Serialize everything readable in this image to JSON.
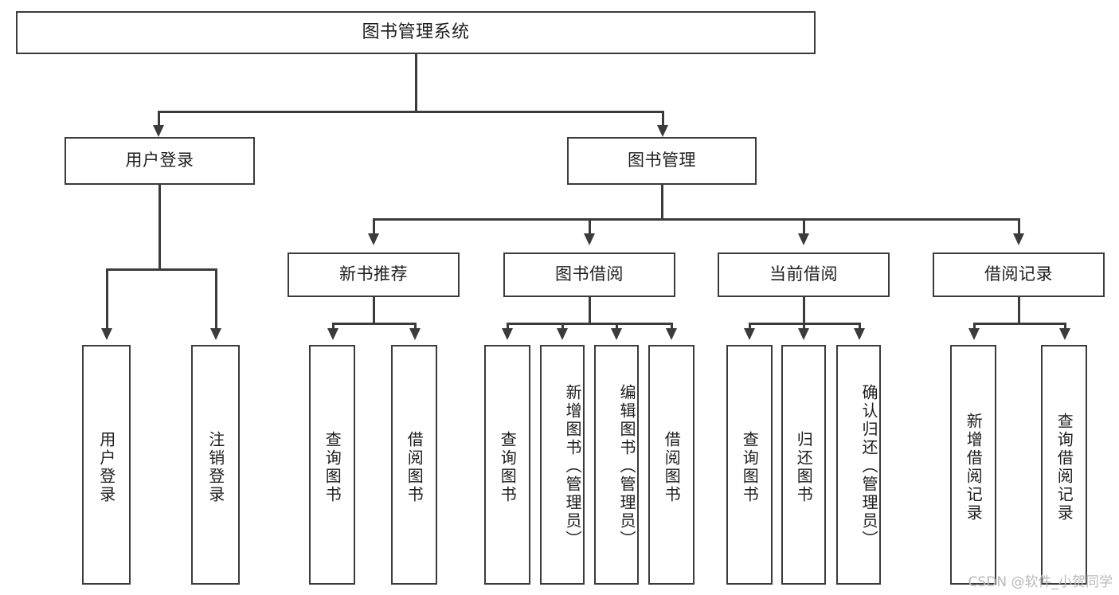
{
  "diagram": {
    "title": "图书管理系统",
    "type": "tree-hierarchy",
    "root": {
      "label": "图书管理系统"
    },
    "level2": [
      {
        "label": "用户登录"
      },
      {
        "label": "图书管理"
      }
    ],
    "level3": [
      {
        "label": "新书推荐"
      },
      {
        "label": "图书借阅"
      },
      {
        "label": "当前借阅"
      },
      {
        "label": "借阅记录"
      }
    ],
    "leaves": {
      "user_login": [
        {
          "label": "用户登录"
        },
        {
          "label": "注销登录"
        }
      ],
      "new_book_recommend": [
        {
          "label": "查询图书"
        },
        {
          "label": "借阅图书"
        }
      ],
      "book_borrow": [
        {
          "label": "查询图书"
        },
        {
          "label": "新增图书（管理员）"
        },
        {
          "label": "编辑图书（管理员）"
        },
        {
          "label": "借阅图书"
        }
      ],
      "current_borrow": [
        {
          "label": "查询图书"
        },
        {
          "label": "归还图书"
        },
        {
          "label": "确认归还（管理员）"
        }
      ],
      "borrow_record": [
        {
          "label": "新增借阅记录"
        },
        {
          "label": "查询借阅记录"
        }
      ]
    }
  },
  "watermark": {
    "text": "CSDN @软件_小贺同学"
  },
  "colors": {
    "stroke": "#3b3b3b",
    "background": "#ffffff",
    "text": "#1d1d1d",
    "watermark": "#b9b9b9"
  }
}
